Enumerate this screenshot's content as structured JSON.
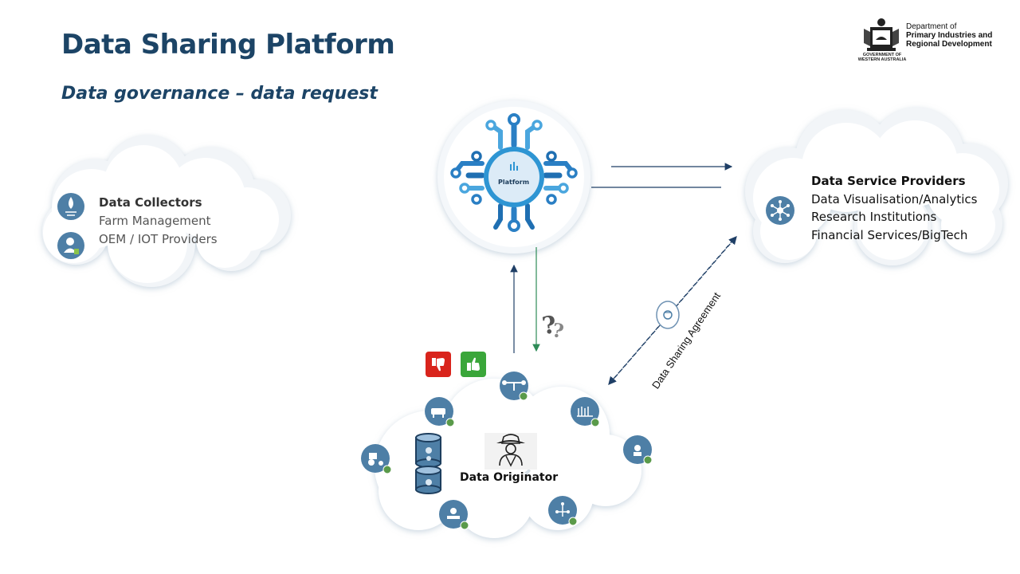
{
  "header": {
    "title": "Data Sharing Platform",
    "subtitle": "Data governance – data request"
  },
  "logo": {
    "line1": "Department of",
    "line2": "Primary Industries and",
    "line3": "Regional Development",
    "gov": "GOVERNMENT OF WESTERN AUSTRALIA"
  },
  "collectors": {
    "title": "Data Collectors",
    "items": [
      "Farm Management",
      "OEM / IOT Providers"
    ]
  },
  "platform": {
    "label": "Platform"
  },
  "service_providers": {
    "title": "Data Service Providers",
    "items": [
      "Data Visualisation/Analytics",
      "Research Institutions",
      "Financial Services/BigTech"
    ]
  },
  "originator": {
    "label": "Data Originator"
  },
  "agreement": {
    "label": "Data Sharing Agreement"
  },
  "colors": {
    "navy": "#1c4466",
    "icon_blue": "#4e7fa6",
    "arrow_navy": "#1f3f66",
    "arrow_green": "#2e8b57",
    "reject_red": "#d9241c",
    "approve_green": "#3aa63a",
    "chip_blue": "#2e95d3"
  },
  "icons": {
    "collectors": [
      "sprout-drop-icon",
      "person-device-icon"
    ],
    "service_provider": "network-hub-icon",
    "originator_devices": [
      "drone-icon",
      "cattle-icon",
      "field-icon",
      "tractor-icon",
      "sensor-icon",
      "weather-station-icon",
      "network-icon"
    ],
    "decision": [
      "thumbs-down-icon",
      "thumbs-up-icon"
    ],
    "question": "question-marks-icon"
  }
}
